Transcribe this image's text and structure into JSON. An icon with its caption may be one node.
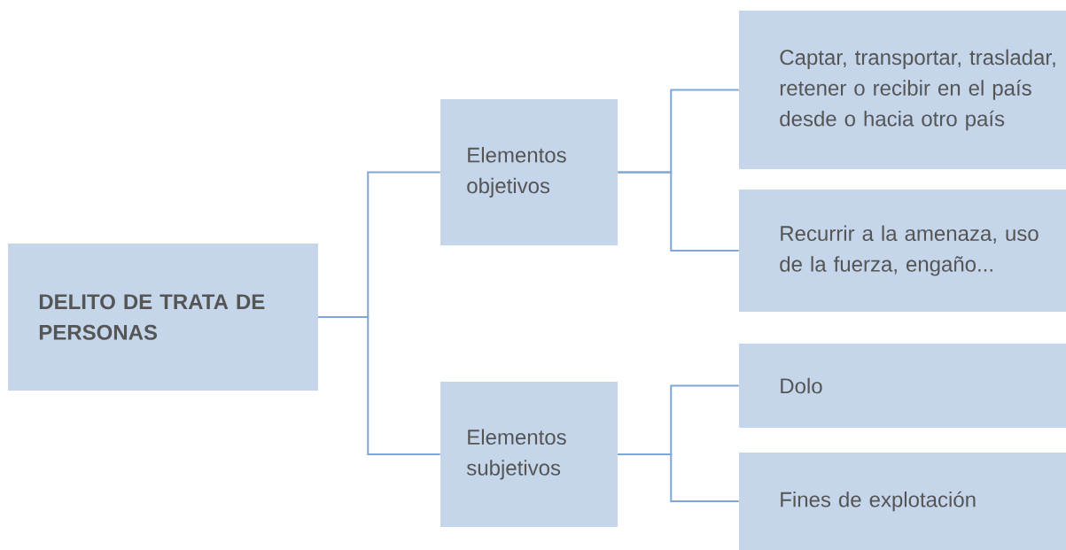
{
  "diagram": {
    "nodes": [
      {
        "text": [
          "DELITO DE TRATA DE PERSONAS"
        ]
      },
      {
        "text": [
          "Elementos objetivos"
        ]
      },
      {
        "text": [
          "Elementos subjetivos"
        ]
      },
      {
        "text": [
          "Captar, transportar, trasladar, retener o recibir en el país desde o hacia otro país"
        ]
      },
      {
        "text": [
          "Recurrir a la amenaza, uso de la fuerza, engaño..."
        ]
      },
      {
        "text": [
          "Dolo"
        ]
      },
      {
        "text": [
          "Fines de explotación"
        ]
      }
    ],
    "edges": [
      {
        "from": 0,
        "to": 1,
        "arrow": "none"
      },
      {
        "from": 0,
        "to": 2,
        "arrow": "none"
      },
      {
        "from": 1,
        "to": 3,
        "arrow": "none"
      },
      {
        "from": 1,
        "to": 4,
        "arrow": "none"
      },
      {
        "from": 2,
        "to": 5,
        "arrow": "none"
      },
      {
        "from": 2,
        "to": 6,
        "arrow": "none"
      }
    ]
  }
}
